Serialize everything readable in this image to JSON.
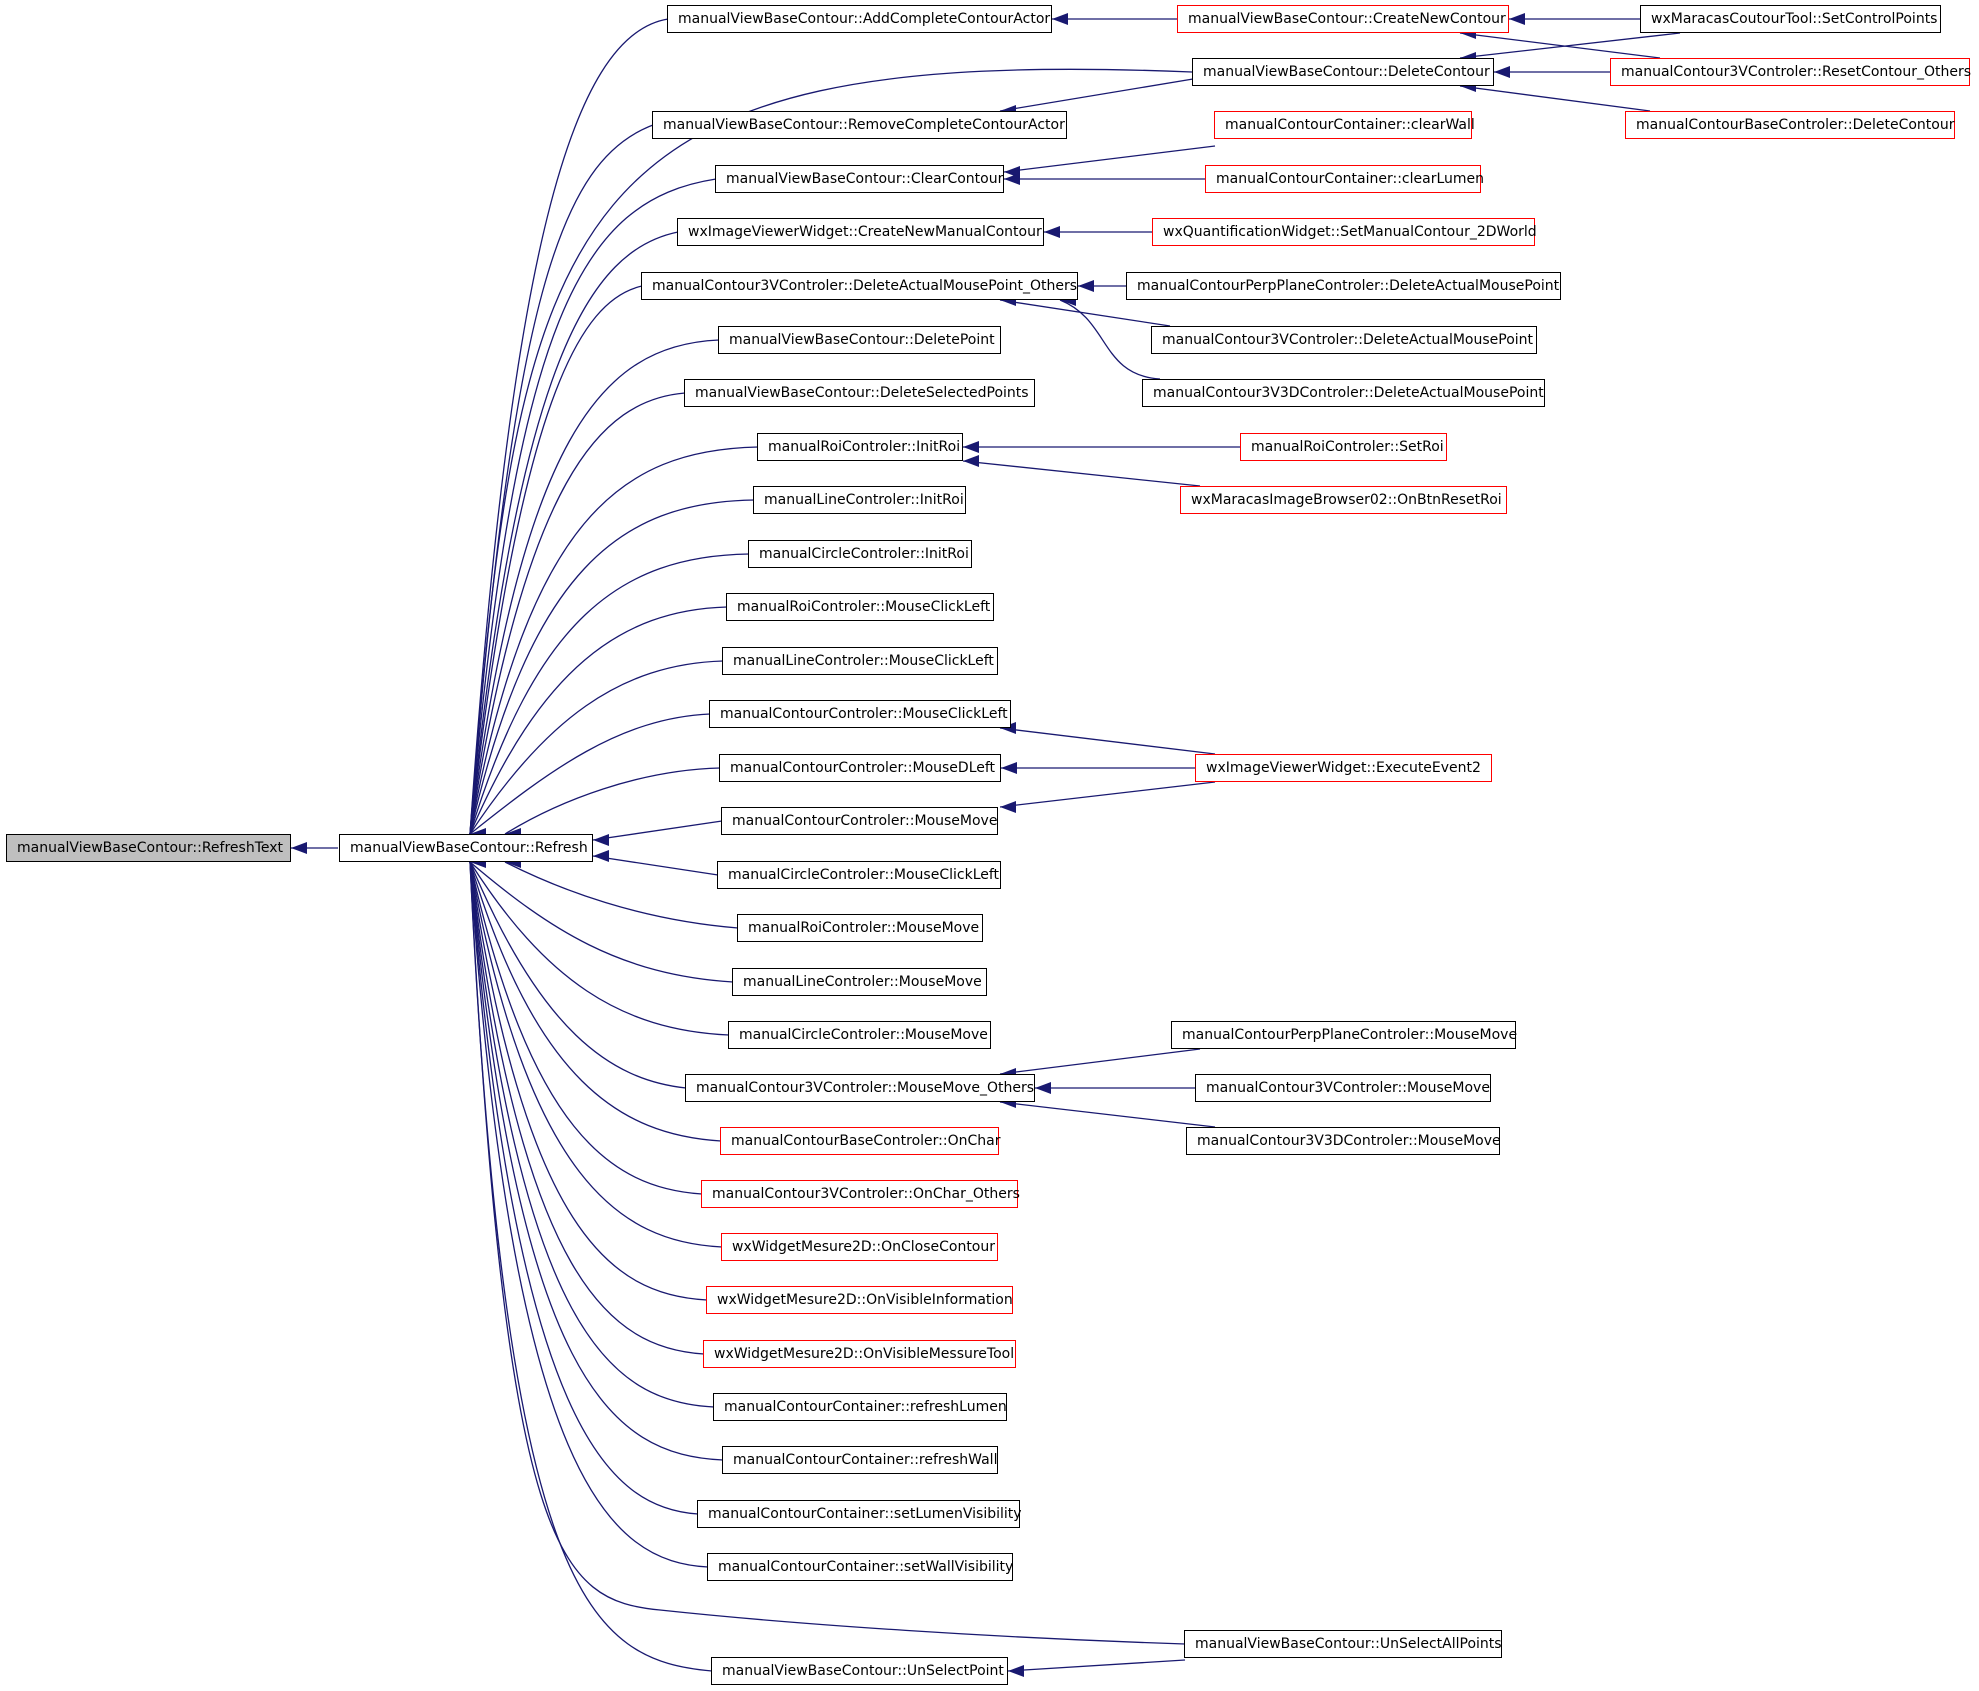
{
  "colors": {
    "edge": "#191970",
    "border_default": "#000000",
    "border_truncated": "#ff0000",
    "focus_fill": "#bfbfbf",
    "background": "#ffffff"
  },
  "nodes": [
    {
      "id": "refreshtext",
      "label": "manualViewBaseContour::RefreshText",
      "style": "focus"
    },
    {
      "id": "refresh",
      "label": "manualViewBaseContour::Refresh",
      "style": "black"
    },
    {
      "id": "addcomplete",
      "label": "manualViewBaseContour::AddCompleteContourActor",
      "style": "black"
    },
    {
      "id": "removecomplete",
      "label": "manualViewBaseContour::RemoveCompleteContourActor",
      "style": "black"
    },
    {
      "id": "clearcontour",
      "label": "manualViewBaseContour::ClearContour",
      "style": "black"
    },
    {
      "id": "createnewmanual",
      "label": "wxImageViewerWidget::CreateNewManualContour",
      "style": "black"
    },
    {
      "id": "deleteactual_others",
      "label": "manualContour3VControler::DeleteActualMousePoint_Others",
      "style": "black"
    },
    {
      "id": "deletepoint",
      "label": "manualViewBaseContour::DeletePoint",
      "style": "black"
    },
    {
      "id": "deleteselected",
      "label": "manualViewBaseContour::DeleteSelectedPoints",
      "style": "black"
    },
    {
      "id": "roi_initroi",
      "label": "manualRoiControler::InitRoi",
      "style": "black"
    },
    {
      "id": "line_initroi",
      "label": "manualLineControler::InitRoi",
      "style": "black"
    },
    {
      "id": "circle_initroi",
      "label": "manualCircleControler::InitRoi",
      "style": "black"
    },
    {
      "id": "roi_clickleft",
      "label": "manualRoiControler::MouseClickLeft",
      "style": "black"
    },
    {
      "id": "line_clickleft",
      "label": "manualLineControler::MouseClickLeft",
      "style": "black"
    },
    {
      "id": "contour_clickleft",
      "label": "manualContourControler::MouseClickLeft",
      "style": "black"
    },
    {
      "id": "contour_dleft",
      "label": "manualContourControler::MouseDLeft",
      "style": "black"
    },
    {
      "id": "contour_move",
      "label": "manualContourControler::MouseMove",
      "style": "black"
    },
    {
      "id": "circle_clickleft",
      "label": "manualCircleControler::MouseClickLeft",
      "style": "black"
    },
    {
      "id": "roi_move",
      "label": "manualRoiControler::MouseMove",
      "style": "black"
    },
    {
      "id": "line_move",
      "label": "manualLineControler::MouseMove",
      "style": "black"
    },
    {
      "id": "circle_move",
      "label": "manualCircleControler::MouseMove",
      "style": "black"
    },
    {
      "id": "move_others",
      "label": "manualContour3VControler::MouseMove_Others",
      "style": "black"
    },
    {
      "id": "onchar",
      "label": "manualContourBaseControler::OnChar",
      "style": "red"
    },
    {
      "id": "onchar_others",
      "label": "manualContour3VControler::OnChar_Others",
      "style": "red"
    },
    {
      "id": "onclosecontour",
      "label": "wxWidgetMesure2D::OnCloseContour",
      "style": "red"
    },
    {
      "id": "onvisibleinfo",
      "label": "wxWidgetMesure2D::OnVisibleInformation",
      "style": "red"
    },
    {
      "id": "onvisiblemessure",
      "label": "wxWidgetMesure2D::OnVisibleMessureTool",
      "style": "red"
    },
    {
      "id": "refreshlumen",
      "label": "manualContourContainer::refreshLumen",
      "style": "black"
    },
    {
      "id": "refreshwall",
      "label": "manualContourContainer::refreshWall",
      "style": "black"
    },
    {
      "id": "setlumenvis",
      "label": "manualContourContainer::setLumenVisibility",
      "style": "black"
    },
    {
      "id": "setwallvis",
      "label": "manualContourContainer::setWallVisibility",
      "style": "black"
    },
    {
      "id": "unselectpoint",
      "label": "manualViewBaseContour::UnSelectPoint",
      "style": "black"
    },
    {
      "id": "createnewcontour",
      "label": "manualViewBaseContour::CreateNewContour",
      "style": "red"
    },
    {
      "id": "deletecontour",
      "label": "manualViewBaseContour::DeleteContour",
      "style": "black"
    },
    {
      "id": "clearwall",
      "label": "manualContourContainer::clearWall",
      "style": "red"
    },
    {
      "id": "clearlumen",
      "label": "manualContourContainer::clearLumen",
      "style": "red"
    },
    {
      "id": "setmanual2d",
      "label": "wxQuantificationWidget::SetManualContour_2DWorld",
      "style": "red"
    },
    {
      "id": "perp_deleteactual",
      "label": "manualContourPerpPlaneControler::DeleteActualMousePoint",
      "style": "black"
    },
    {
      "id": "v3_deleteactual",
      "label": "manualContour3VControler::DeleteActualMousePoint",
      "style": "black"
    },
    {
      "id": "v3d_deleteactual",
      "label": "manualContour3V3DControler::DeleteActualMousePoint",
      "style": "black"
    },
    {
      "id": "setroi",
      "label": "manualRoiControler::SetRoi",
      "style": "red"
    },
    {
      "id": "onbtnresetroi",
      "label": "wxMaracasImageBrowser02::OnBtnResetRoi",
      "style": "red"
    },
    {
      "id": "executeevent2",
      "label": "wxImageViewerWidget::ExecuteEvent2",
      "style": "red"
    },
    {
      "id": "perp_move",
      "label": "manualContourPerpPlaneControler::MouseMove",
      "style": "black"
    },
    {
      "id": "v3_move",
      "label": "manualContour3VControler::MouseMove",
      "style": "black"
    },
    {
      "id": "v3d_move",
      "label": "manualContour3V3DControler::MouseMove",
      "style": "black"
    },
    {
      "id": "unselectall",
      "label": "manualViewBaseContour::UnSelectAllPoints",
      "style": "black"
    },
    {
      "id": "setcontrolpoints",
      "label": "wxMaracasCoutourTool::SetControlPoints",
      "style": "black"
    },
    {
      "id": "resetcontour_others",
      "label": "manualContour3VControler::ResetContour_Others",
      "style": "red"
    },
    {
      "id": "basedeletecontour",
      "label": "manualContourBaseControler::DeleteContour",
      "style": "red"
    }
  ]
}
